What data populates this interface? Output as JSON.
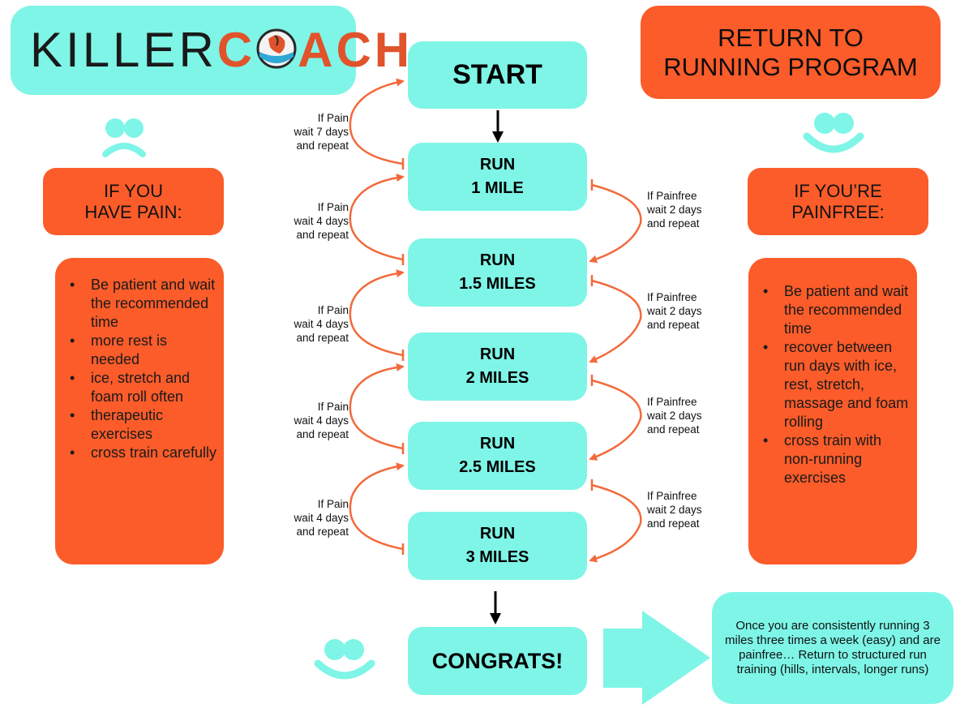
{
  "logo": {
    "killer": "KILLER",
    "coach": "C",
    "coach_rest": "ACH"
  },
  "title": {
    "line1": "RETURN TO",
    "line2": "RUNNING PROGRAM"
  },
  "pain": {
    "label_line1": "IF YOU",
    "label_line2": "HAVE PAIN:",
    "items": [
      "Be patient and wait the recommended time",
      "more rest is needed",
      "ice, stretch and foam roll often",
      "therapeutic exercises",
      "cross train carefully"
    ]
  },
  "painfree": {
    "label_line1": "IF YOU’RE",
    "label_line2": "PAINFREE:",
    "items": [
      "Be patient and wait the recommended time",
      "recover between run days with ice, rest, stretch, massage and foam rolling",
      "cross train with non-running exercises"
    ]
  },
  "steps": {
    "start": "START",
    "run1": {
      "line1": "RUN",
      "line2": "1 MILE"
    },
    "run2": {
      "line1": "RUN",
      "line2": "1.5 MILES"
    },
    "run3": {
      "line1": "RUN",
      "line2": "2 MILES"
    },
    "run4": {
      "line1": "RUN",
      "line2": "2.5 MILES"
    },
    "run5": {
      "line1": "RUN",
      "line2": "3 MILES"
    },
    "congrats": "CONGRATS!"
  },
  "notes_pain": [
    [
      "If Pain",
      "wait 7 days",
      "and repeat"
    ],
    [
      "If Pain",
      "wait 4 days",
      "and repeat"
    ],
    [
      "If Pain",
      "wait 4 days",
      "and repeat"
    ],
    [
      "If Pain",
      "wait 4 days",
      "and repeat"
    ],
    [
      "If Pain",
      "wait 4 days",
      "and repeat"
    ]
  ],
  "notes_painfree": [
    [
      "If Painfree",
      "wait 2 days",
      "and repeat"
    ],
    [
      "If Painfree",
      "wait 2 days",
      "and repeat"
    ],
    [
      "If Painfree",
      "wait 2 days",
      "and repeat"
    ],
    [
      "If Painfree",
      "wait 2 days",
      "and repeat"
    ]
  ],
  "final_message": "Once you are consistently running 3 miles three times a week (easy) and are painfree… Return to structured run training (hills, intervals, longer runs)",
  "colors": {
    "cyan": "#7ef5e7",
    "orange": "#fb5c2a",
    "arrow_orange": "#f26a3c"
  }
}
